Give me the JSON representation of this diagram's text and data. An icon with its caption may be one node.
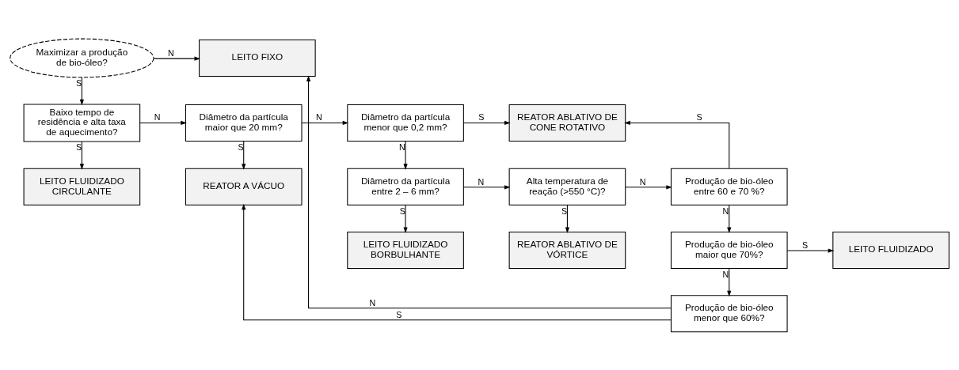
{
  "diagram": {
    "nodes": [
      {
        "text": [
          "Maximizar a produção de bio-óleo?"
        ]
      },
      {
        "text": [
          "LEITO FIXO"
        ]
      },
      {
        "text": [
          "Baixo tempo de residência e alta taxa de aquecimento?"
        ]
      },
      {
        "text": [
          "Diâmetro da partícula maior que 20 mm?"
        ]
      },
      {
        "text": [
          "Diâmetro da partícula menor que 0,2 mm?"
        ]
      },
      {
        "text": [
          "REATOR ABLATIVO DE CONE ROTATIVO"
        ]
      },
      {
        "text": [
          "LEITO FLUIDIZADO CIRCULANTE"
        ]
      },
      {
        "text": [
          "REATOR A VÁCUO"
        ]
      },
      {
        "text": [
          "Diâmetro da partícula entre 2 – 6 mm?"
        ]
      },
      {
        "text": [
          "Alta temperatura de reação (>550 °C)?"
        ]
      },
      {
        "text": [
          "Produção de bio-óleo entre 60 e 70 %?"
        ]
      },
      {
        "text": [
          "LEITO FLUIDIZADO BORBULHANTE"
        ]
      },
      {
        "text": [
          "REATOR ABLATIVO DE VÓRTICE"
        ]
      },
      {
        "text": [
          "Produção de bio-óleo maior que 70%?"
        ]
      },
      {
        "text": [
          "LEITO FLUIDIZADO"
        ]
      },
      {
        "text": [
          "Produção de bio-óleo menor que 60%?"
        ]
      }
    ],
    "edges": [
      {
        "from": 0,
        "to": 1,
        "arrow": "to",
        "label": "N"
      },
      {
        "from": 0,
        "to": 2,
        "arrow": "to",
        "label": "S"
      },
      {
        "from": 2,
        "to": 3,
        "arrow": "to",
        "label": "N"
      },
      {
        "from": 2,
        "to": 6,
        "arrow": "to",
        "label": "S"
      },
      {
        "from": 3,
        "to": 4,
        "arrow": "to",
        "label": "N"
      },
      {
        "from": 3,
        "to": 7,
        "arrow": "to",
        "label": "S"
      },
      {
        "from": 4,
        "to": 5,
        "arrow": "to",
        "label": "S"
      },
      {
        "from": 4,
        "to": 8,
        "arrow": "to",
        "label": "N"
      },
      {
        "from": 8,
        "to": 9,
        "arrow": "to",
        "label": "N"
      },
      {
        "from": 8,
        "to": 11,
        "arrow": "to",
        "label": "S"
      },
      {
        "from": 9,
        "to": 10,
        "arrow": "to",
        "label": "N"
      },
      {
        "from": 9,
        "to": 12,
        "arrow": "to",
        "label": "S"
      },
      {
        "from": 10,
        "to": 5,
        "arrow": "to",
        "label": "S"
      },
      {
        "from": 10,
        "to": 13,
        "arrow": "to",
        "label": "N"
      },
      {
        "from": 13,
        "to": 14,
        "arrow": "to",
        "label": "S"
      },
      {
        "from": 13,
        "to": 15,
        "arrow": "to",
        "label": "N"
      },
      {
        "from": 15,
        "to": 7,
        "arrow": "to",
        "label": "S"
      },
      {
        "from": 15,
        "to": 1,
        "arrow": "to",
        "label": "N"
      }
    ]
  }
}
